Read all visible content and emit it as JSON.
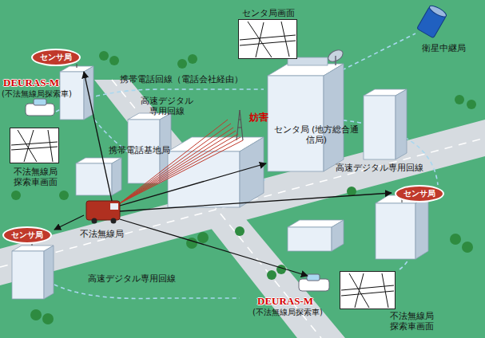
{
  "diagram": {
    "nodes": [
      {
        "text": [
          "センサ局"
        ]
      },
      {
        "text": [
          "センタ局画面"
        ]
      },
      {
        "text": [
          "不法無線局探索車画面"
        ]
      },
      {
        "text": [
          "センサ局"
        ]
      },
      {
        "text": [
          "センサ局"
        ]
      },
      {
        "text": [
          "不法無線局探索車画面"
        ]
      }
    ],
    "labels": [
      "DEURAS-M",
      "(不法無線局探索車)",
      "衛星中継局",
      "携帯電話回線（電話会社経由）",
      "高速デジタル専用回線",
      "妨害",
      "センタ局 (地方総合通信局)",
      "携帯電話基地局",
      "高速デジタル専用回線",
      "不法無線局",
      "高速デジタル専用回線",
      "DEURAS-M",
      "(不法無線局探索車)"
    ]
  }
}
